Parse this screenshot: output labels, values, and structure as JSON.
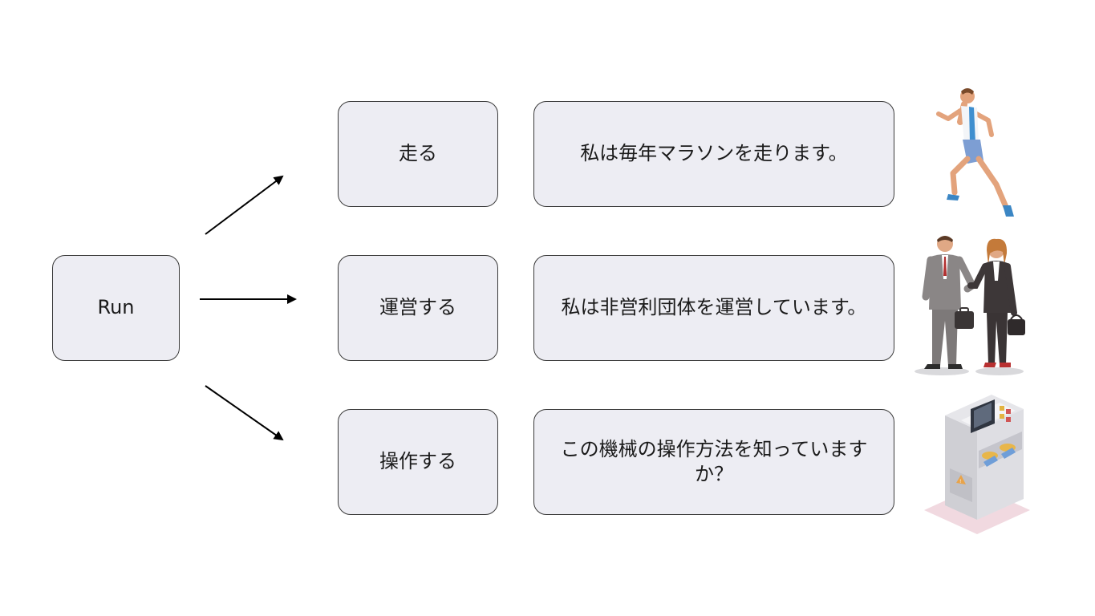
{
  "source": {
    "label": "Run"
  },
  "rows": [
    {
      "verb": "走る",
      "sentence": "私は毎年マラソンを走ります。",
      "image": "runner-icon"
    },
    {
      "verb": "運営する",
      "sentence": "私は非営利団体を運営しています。",
      "image": "business-people-icon"
    },
    {
      "verb": "操作する",
      "sentence": "この機械の操作方法を知っていますか？",
      "image": "machine-icon"
    }
  ],
  "colors": {
    "box_fill": "#ededf3",
    "box_border": "#3a3a3a",
    "arrow": "#000000"
  }
}
